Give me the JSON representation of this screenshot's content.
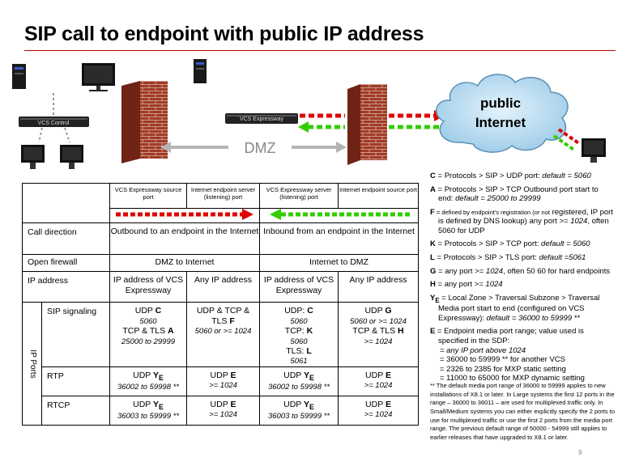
{
  "title": "SIP call to endpoint with public IP address",
  "diagram": {
    "vcs_control_label": "VCS Control",
    "vcs_expressway_label": "VCS Expressway",
    "cloud_line1": "public",
    "cloud_line2": "Internet",
    "dmz_label": "DMZ",
    "colors": {
      "red": "#e00000",
      "green": "#33cc00",
      "brick": "#a13a26",
      "cloud": "#b3dcf3"
    }
  },
  "table": {
    "headers": [
      "VCS Expressway source port",
      "Internet endpoint server (listening) port",
      "VCS Expressway server (listening) port",
      "Internet endpoint source port"
    ],
    "call_direction": {
      "label": "Call direction",
      "outbound": "Outbound to an endpoint in the Internet",
      "inbound": "Inbound from an endpoint in the Internet"
    },
    "open_firewall": {
      "label": "Open firewall",
      "outbound": "DMZ to Internet",
      "inbound": "Internet to DMZ"
    },
    "ip_address": {
      "label": "IP address",
      "c1": "IP address of VCS Expressway",
      "c2": "Any IP address",
      "c3": "IP address of VCS Expressway",
      "c4": "Any IP address"
    },
    "ip_ports_label": "IP Ports",
    "sip": {
      "label": "SIP signaling",
      "c1": {
        "l1": "UDP ",
        "b1": "C",
        "i1": "5060",
        "l2": "TCP & TLS ",
        "b2": "A",
        "i2": "25000 to 29999"
      },
      "c2": {
        "l1": "UDP & TCP &",
        "l2": "TLS ",
        "b2": "F",
        "i2": "5060 or >= 1024"
      },
      "c3": {
        "l1": "UDP: ",
        "b1": "C",
        "i1": "5060",
        "l2": "TCP: ",
        "b2": "K",
        "i2": "5060",
        "l3": "TLS: ",
        "b3": "L",
        "i3": "5061"
      },
      "c4": {
        "l1": "UDP ",
        "b1": "G",
        "i1": "5060 or >= 1024",
        "l2": "TCP & TLS ",
        "b2": "H",
        "i2": ">= 1024"
      }
    },
    "rtp": {
      "label": "RTP",
      "c1": {
        "l": "UDP ",
        "b": "Y",
        "s": "E",
        "i": "36002 to 59998 **"
      },
      "c2": {
        "l": "UDP ",
        "b": "E",
        "i": ">= 1024"
      },
      "c3": {
        "l": "UDP ",
        "b": "Y",
        "s": "E",
        "i": "36002 to 59998 **"
      },
      "c4": {
        "l": "UDP ",
        "b": "E",
        "i": ">= 1024"
      }
    },
    "rtcp": {
      "label": "RTCP",
      "c1": {
        "l": "UDP ",
        "b": "Y",
        "s": "E",
        "i": "36003 to 59999 **"
      },
      "c2": {
        "l": "UDP ",
        "b": "E",
        "i": ">= 1024"
      },
      "c3": {
        "l": "UDP ",
        "b": "Y",
        "s": "E",
        "i": "36003 to 59999 **"
      },
      "c4": {
        "l": "UDP ",
        "b": "E",
        "i": ">= 1024"
      }
    }
  },
  "legend": {
    "c": {
      "key": "C",
      "text": " = Protocols > SIP > UDP port: ",
      "it": "default = 5060"
    },
    "a": {
      "key": "A",
      "text": " = Protocols > SIP > TCP Outbound port start to end: ",
      "it": "default = 25000 to 29999"
    },
    "f": {
      "key": "F",
      "small": " = defined by endpoint's registration (or not",
      "text": " registered, IP port is defined by DNS lookup) any port >= ",
      "it": "1024",
      "tail": ", often 5060 for UDP"
    },
    "k": {
      "key": "K",
      "text": " = Protocols > SIP > TCP port: ",
      "it": "default = 5060"
    },
    "l": {
      "key": "L",
      "text": " = Protocols > SIP > TLS port: ",
      "it": "default =5061"
    },
    "g": {
      "key": "G",
      "text": " = any port >= ",
      "it": "1024",
      "tail": ", often 50 60 for hard endpoints"
    },
    "h": {
      "key": "H",
      "text": " = any port >= ",
      "it": "1024"
    },
    "y": {
      "key": "Y",
      "sub": "E",
      "text": " = Local Zone > Traversal Subzone > Traversal Media port start to end (configured on VCS Expressway): ",
      "it": "default = 36000 to 59999 **"
    },
    "e": {
      "key": "E",
      "text": " = Endpoint media port range; value used is specified in the SDP:",
      "lines": [
        "= any IP port above 1024",
        "= 36000 to 59999 ** for another VCS",
        "= 2326 to 2385 for MXP static setting",
        "= 11000 to 65000 for MXP dynamic setting"
      ]
    }
  },
  "footnote": "** The default media port range of 36000 to 59999 applies to new installations of X8.1 or later. In Large systems the first 12 ports in the range – 36000 to 36011 – are used for multiplexed traffic only. In Small/Medium systems you can either explicitly specify the 2 ports to use for multiplexed traffic or use the first 2 ports from the media port range. The previous default range of 50000 - 54999 still applies to earlier releases that have upgraded to X8.1 or later.",
  "page_number": "9"
}
